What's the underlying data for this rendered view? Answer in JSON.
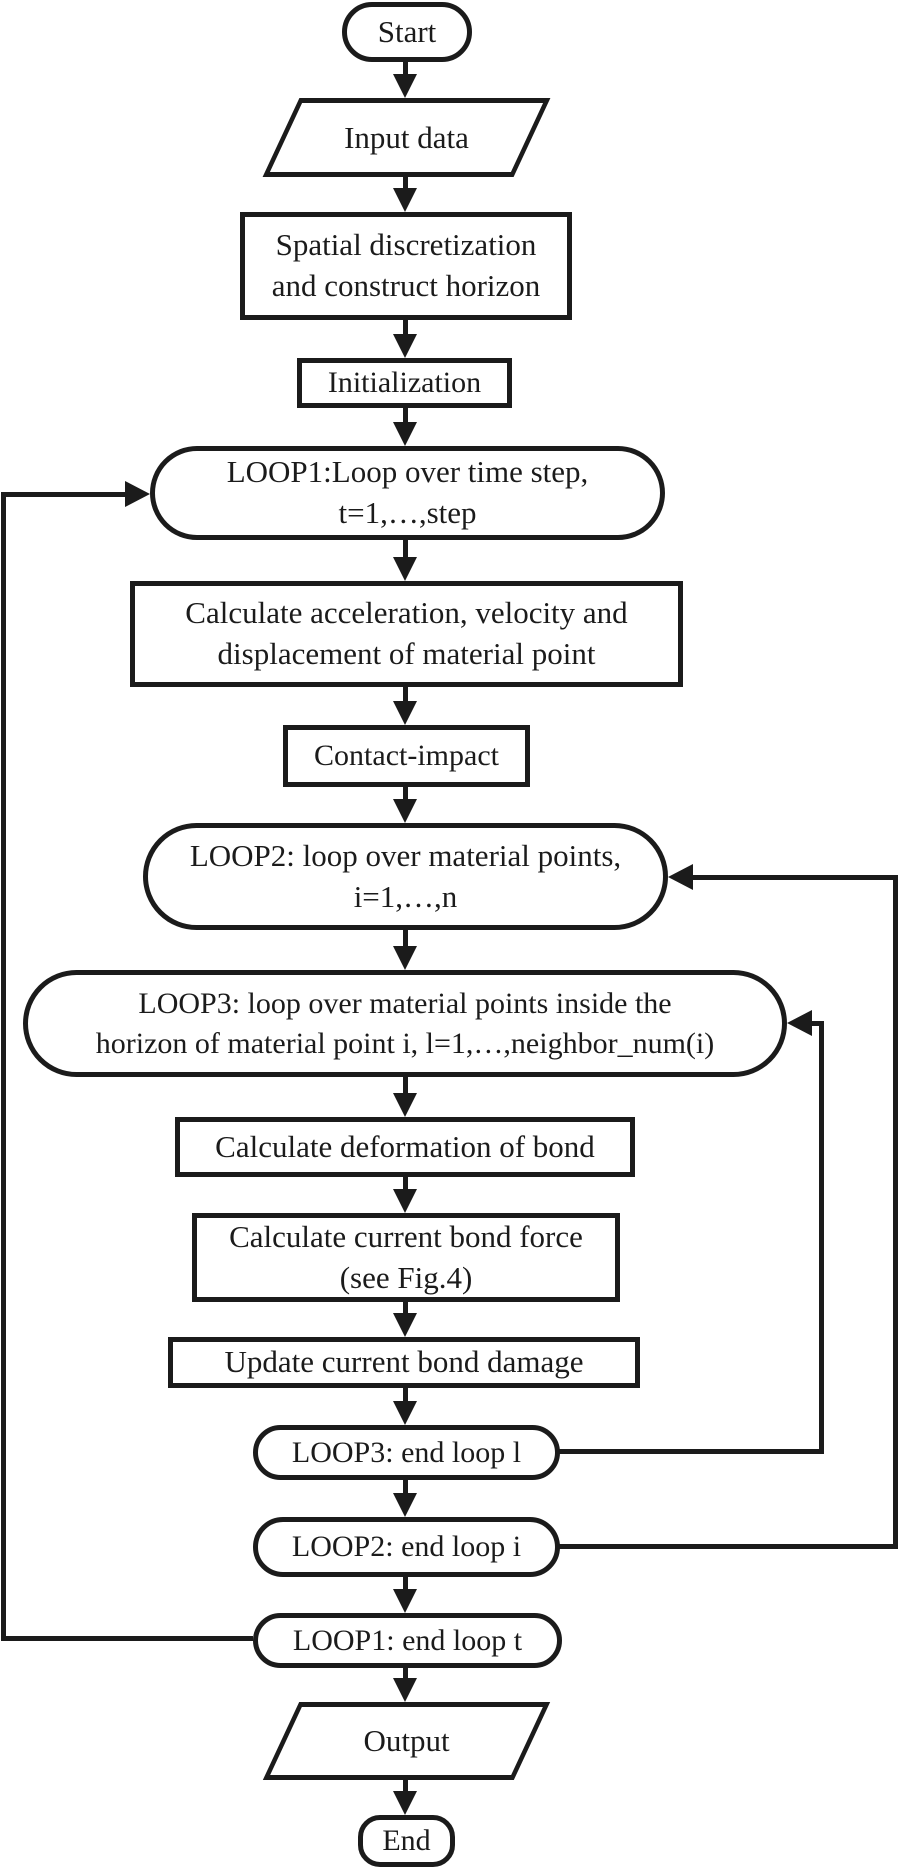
{
  "colors": {
    "stroke": "#1b1b1b",
    "background": "#ffffff",
    "text": "#1b1b1b"
  },
  "nodes": {
    "start": {
      "type": "terminator",
      "label": "Start"
    },
    "input": {
      "type": "io",
      "label": "Input data"
    },
    "spatial": {
      "type": "process",
      "label": "Spatial discretization\nand construct horizon"
    },
    "init": {
      "type": "process",
      "label": "Initialization"
    },
    "loop1": {
      "type": "loop",
      "label": "LOOP1:Loop over time step,\nt=1,…,step"
    },
    "calc_accel": {
      "type": "process",
      "label": "Calculate acceleration, velocity and\ndisplacement of material point"
    },
    "contact": {
      "type": "process",
      "label": "Contact-impact"
    },
    "loop2": {
      "type": "loop",
      "label": "LOOP2: loop over material points,\ni=1,…,n"
    },
    "loop3": {
      "type": "loop",
      "label": "LOOP3: loop over material points inside the\nhorizon of material point i, l=1,…,neighbor_num(i)"
    },
    "deform": {
      "type": "process",
      "label": "Calculate deformation of bond"
    },
    "force": {
      "type": "process",
      "label": "Calculate current bond force\n(see Fig.4)"
    },
    "damage": {
      "type": "process",
      "label": "Update current bond damage"
    },
    "loop3_end": {
      "type": "loop",
      "label": "LOOP3: end loop l"
    },
    "loop2_end": {
      "type": "loop",
      "label": "LOOP2: end loop i"
    },
    "loop1_end": {
      "type": "loop",
      "label": "LOOP1: end loop t"
    },
    "output": {
      "type": "io",
      "label": "Output"
    },
    "end": {
      "type": "terminator",
      "label": "End"
    }
  },
  "edges": [
    {
      "from": "start",
      "to": "input",
      "kind": "forward"
    },
    {
      "from": "input",
      "to": "spatial",
      "kind": "forward"
    },
    {
      "from": "spatial",
      "to": "init",
      "kind": "forward"
    },
    {
      "from": "init",
      "to": "loop1",
      "kind": "forward"
    },
    {
      "from": "loop1",
      "to": "calc_accel",
      "kind": "forward"
    },
    {
      "from": "calc_accel",
      "to": "contact",
      "kind": "forward"
    },
    {
      "from": "contact",
      "to": "loop2",
      "kind": "forward"
    },
    {
      "from": "loop2",
      "to": "loop3",
      "kind": "forward"
    },
    {
      "from": "loop3",
      "to": "deform",
      "kind": "forward"
    },
    {
      "from": "deform",
      "to": "force",
      "kind": "forward"
    },
    {
      "from": "force",
      "to": "damage",
      "kind": "forward"
    },
    {
      "from": "damage",
      "to": "loop3_end",
      "kind": "forward"
    },
    {
      "from": "loop3_end",
      "to": "loop2_end",
      "kind": "forward"
    },
    {
      "from": "loop2_end",
      "to": "loop1_end",
      "kind": "forward"
    },
    {
      "from": "loop1_end",
      "to": "output",
      "kind": "forward"
    },
    {
      "from": "output",
      "to": "end",
      "kind": "forward"
    },
    {
      "from": "loop3_end",
      "to": "loop3",
      "kind": "loop-back-right-inner"
    },
    {
      "from": "loop2_end",
      "to": "loop2",
      "kind": "loop-back-right-outer"
    },
    {
      "from": "loop1_end",
      "to": "loop1",
      "kind": "loop-back-left"
    }
  ]
}
